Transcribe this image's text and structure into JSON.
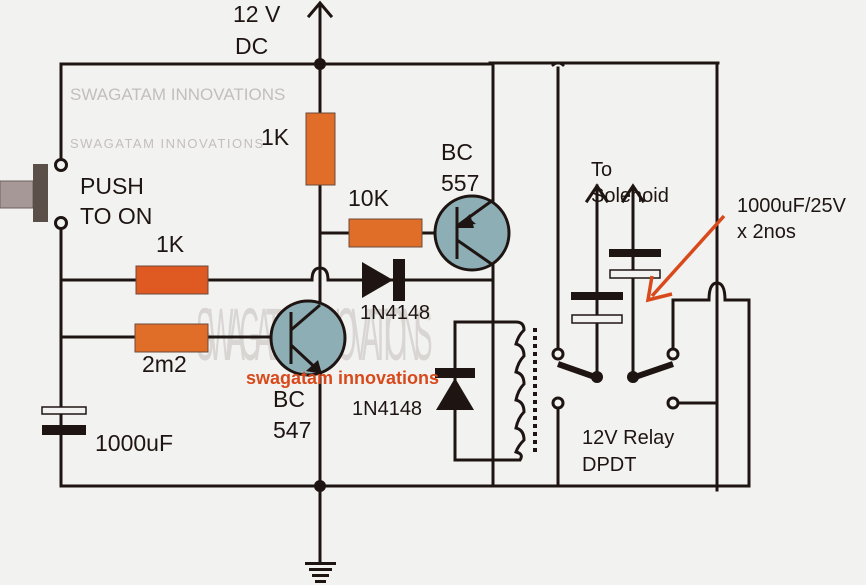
{
  "diagram": {
    "title": "Push-to-on solenoid pulse circuit with 12V DPDT relay",
    "colors": {
      "background": "#f2f2f1",
      "wire": "#1e1512",
      "resistor": "#e06e28",
      "resistor_alt": "#de5a22",
      "transistor": "#8eaeb5",
      "watermark_gray": "#c3bebb",
      "watermark_red": "#d84a1c",
      "annotation_arrow": "#d84a1c"
    },
    "supply": {
      "label_line1": "12 V",
      "label_line2": "DC"
    },
    "switch": {
      "label_line1": "PUSH",
      "label_line2": "TO ON",
      "icon": "push-button-icon"
    },
    "resistors": [
      {
        "id": "r-1k-vertical",
        "value": "1K"
      },
      {
        "id": "r-10k",
        "value": "10K"
      },
      {
        "id": "r-1k-horizontal",
        "value": "1K"
      },
      {
        "id": "r-2m2",
        "value": "2m2"
      }
    ],
    "transistors": [
      {
        "id": "q-bc557",
        "label_line1": "BC",
        "label_line2": "557",
        "type": "PNP"
      },
      {
        "id": "q-bc547",
        "label_line1": "BC",
        "label_line2": "547",
        "type": "NPN"
      }
    ],
    "diodes": [
      {
        "id": "d-series",
        "value": "1N4148"
      },
      {
        "id": "d-flyback",
        "value": "1N4148"
      }
    ],
    "capacitors": [
      {
        "id": "c-timing",
        "value": "1000uF"
      }
    ],
    "relay": {
      "label_line1": "12V Relay",
      "label_line2": "DPDT"
    },
    "output": {
      "label_line1": "To",
      "label_line2": "Solenoid"
    },
    "annotation": {
      "label_line1": "1000uF/25V",
      "label_line2": "x 2nos"
    },
    "watermarks": {
      "top_1": "SWAGATAM INNOVATIONS",
      "top_2": "SWAGATAM INNOVATIONS",
      "vertical": "SWAGATAM INNOVATIONS",
      "red": "swagatam innovations"
    }
  }
}
